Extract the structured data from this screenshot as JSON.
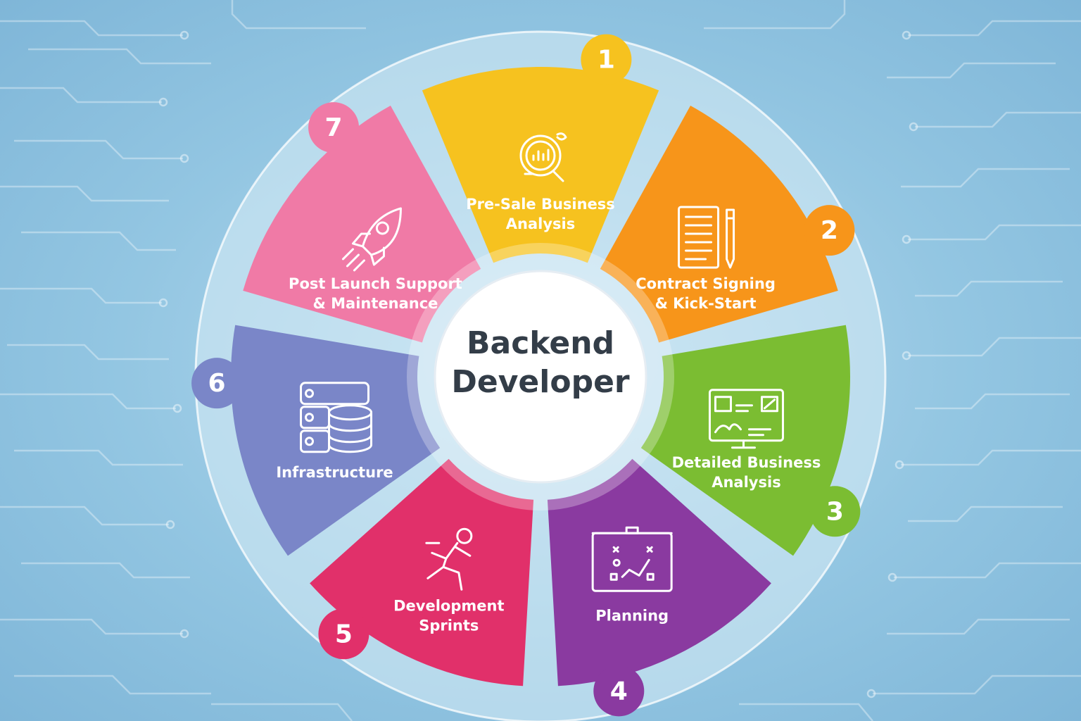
{
  "center": {
    "line1": "Backend",
    "line2": "Developer"
  },
  "steps": [
    {
      "number": "1",
      "line1": "Pre-Sale Business",
      "line2": "Analysis",
      "color": "#f6c21f",
      "icon": "magnifier-chart-icon"
    },
    {
      "number": "2",
      "line1": "Contract Signing",
      "line2": "& Kick-Start",
      "color": "#f7951a",
      "icon": "contract-pen-icon"
    },
    {
      "number": "3",
      "line1": "Detailed Business",
      "line2": "Analysis",
      "color": "#7bbd32",
      "icon": "dashboard-monitor-icon"
    },
    {
      "number": "4",
      "line1": "Planning",
      "line2": "",
      "color": "#8a3aa0",
      "icon": "strategy-board-icon"
    },
    {
      "number": "5",
      "line1": "Development",
      "line2": "Sprints",
      "color": "#e1306a",
      "icon": "running-person-icon"
    },
    {
      "number": "6",
      "line1": "Infrastructure",
      "line2": "",
      "color": "#7a86c8",
      "icon": "server-database-icon"
    },
    {
      "number": "7",
      "line1": "Post Launch Support",
      "line2": "& Maintenance",
      "color": "#f07aa6",
      "icon": "rocket-icon"
    }
  ]
}
